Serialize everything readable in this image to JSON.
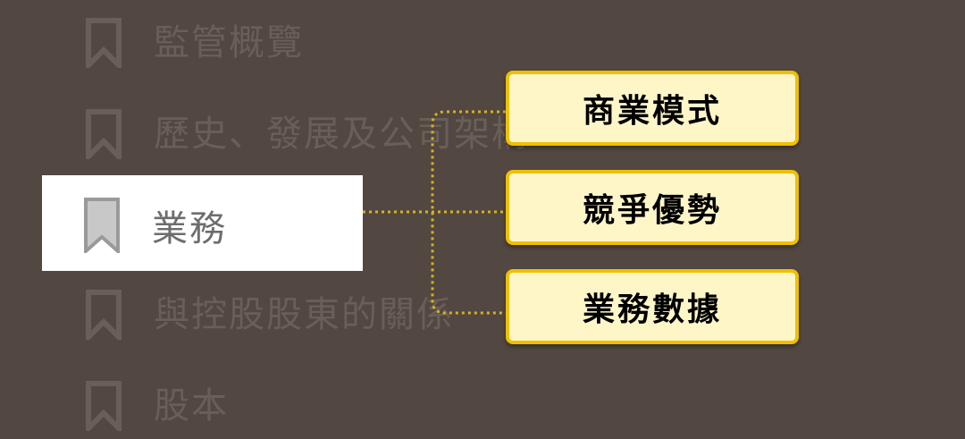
{
  "colors": {
    "background": "#524741",
    "nav_text": "#695f59",
    "active_text": "#6d6d6d",
    "active_bg": "#ffffff",
    "callout_bg": "#fff6c8",
    "callout_border": "#f0bf00",
    "connector": "#d6b21f",
    "callout_text": "#000000"
  },
  "nav": {
    "items": [
      {
        "label": "監管概覽",
        "icon": "bookmark-icon"
      },
      {
        "label": "歷史、發展及公司架構",
        "icon": "bookmark-icon"
      },
      {
        "label": "業務",
        "icon": "bookmark-icon",
        "active": true
      },
      {
        "label": "與控股股東的關係",
        "icon": "bookmark-icon"
      },
      {
        "label": "股本",
        "icon": "bookmark-icon"
      }
    ]
  },
  "callouts": [
    {
      "label": "商業模式"
    },
    {
      "label": "競爭優勢"
    },
    {
      "label": "業務數據"
    }
  ]
}
